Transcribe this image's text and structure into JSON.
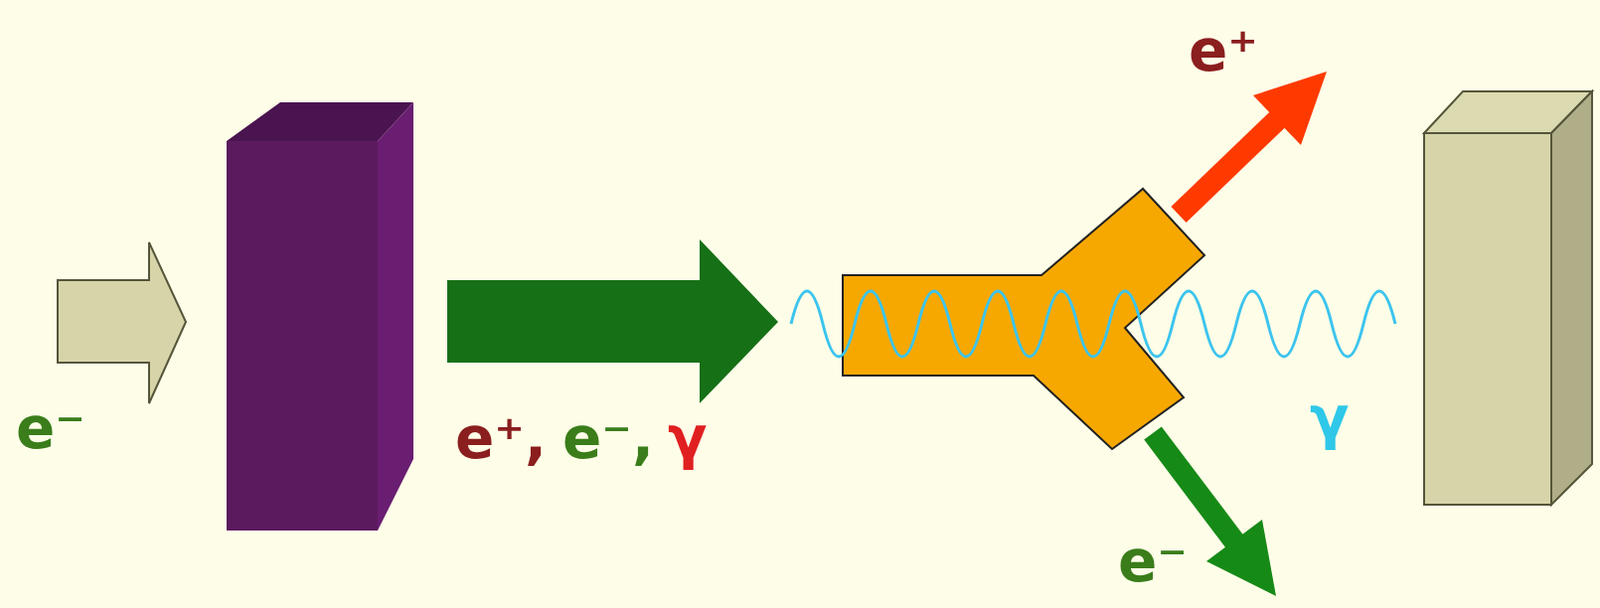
{
  "diagram": {
    "labels": [
      "e⁻",
      "e⁺,",
      "e⁻,",
      "γ",
      "e⁺",
      "e⁻",
      "γ"
    ]
  }
}
